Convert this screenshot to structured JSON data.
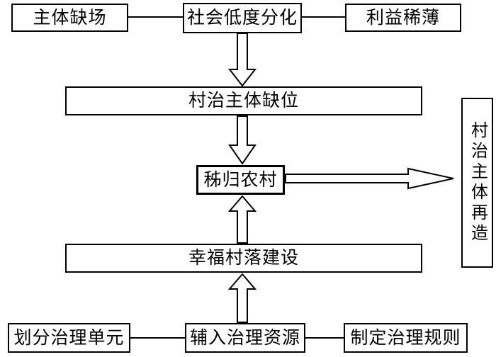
{
  "diagram": {
    "boxes": {
      "subject_absence": "主体缺场",
      "low_social_differentiation": "社会低度分化",
      "thin_interests": "利益稀薄",
      "governance_subject_vacancy": "村治主体缺位",
      "zigui_rural": "秭归农村",
      "happy_village_construction": "幸福村落建设",
      "divide_governance_units": "划分治理单元",
      "input_governance_resources": "辅入治理资源",
      "make_governance_rules": "制定治理规则",
      "governance_subject_rebuild": "村治主体再造"
    },
    "colors": {
      "line": "#000000",
      "background": "#ffffff",
      "box_fill": "#ffffff"
    }
  }
}
